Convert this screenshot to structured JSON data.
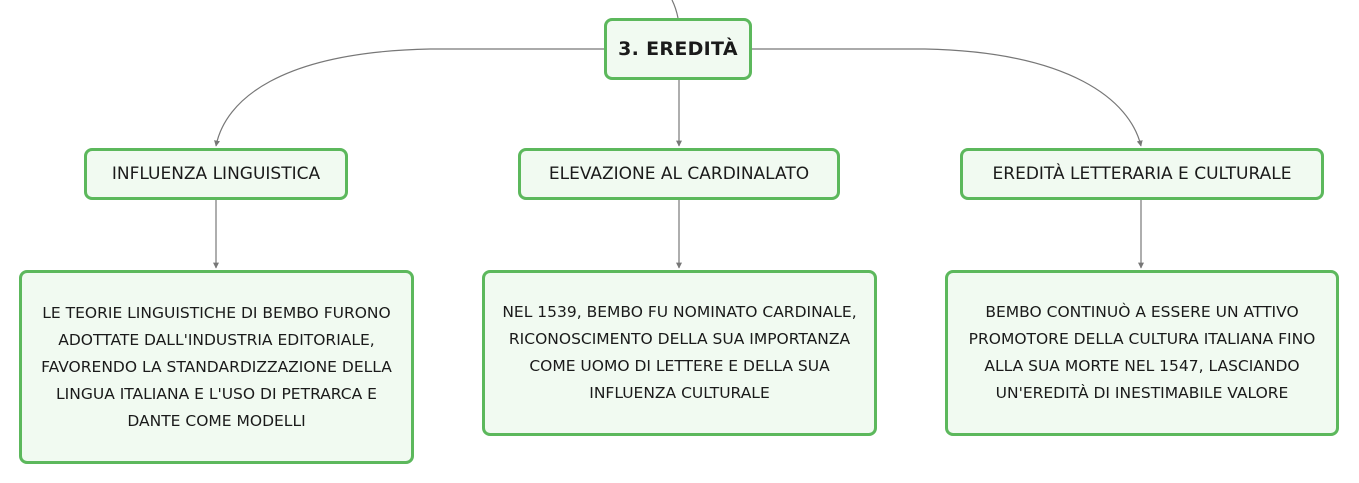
{
  "root": {
    "label": "3. EREDITÀ"
  },
  "topics": [
    {
      "label": "INFLUENZA LINGUISTICA"
    },
    {
      "label": "ELEVAZIONE AL CARDINALATO"
    },
    {
      "label": "EREDITÀ LETTERARIA E CULTURALE"
    }
  ],
  "details": [
    {
      "text": "LE TEORIE LINGUISTICHE DI BEMBO FURONO ADOTTATE DALL'INDUSTRIA EDITORIALE, FAVORENDO LA STANDARDIZZAZIONE DELLA LINGUA ITALIANA E L'USO DI PETRARCA E DANTE COME MODELLI"
    },
    {
      "text": "NEL 1539, BEMBO FU NOMINATO CARDINALE, RICONOSCIMENTO DELLA SUA IMPORTANZA COME UOMO DI LETTERE E DELLA SUA INFLUENZA CULTURALE"
    },
    {
      "text": "BEMBO CONTINUÒ A ESSERE UN ATTIVO PROMOTORE DELLA CULTURA ITALIANA FINO ALLA SUA MORTE NEL 1547, LASCIANDO UN'EREDITÀ DI INESTIMABILE VALORE"
    }
  ],
  "colors": {
    "node_border": "#5cb85c",
    "node_fill": "#f1faf1",
    "connector": "#666666"
  }
}
